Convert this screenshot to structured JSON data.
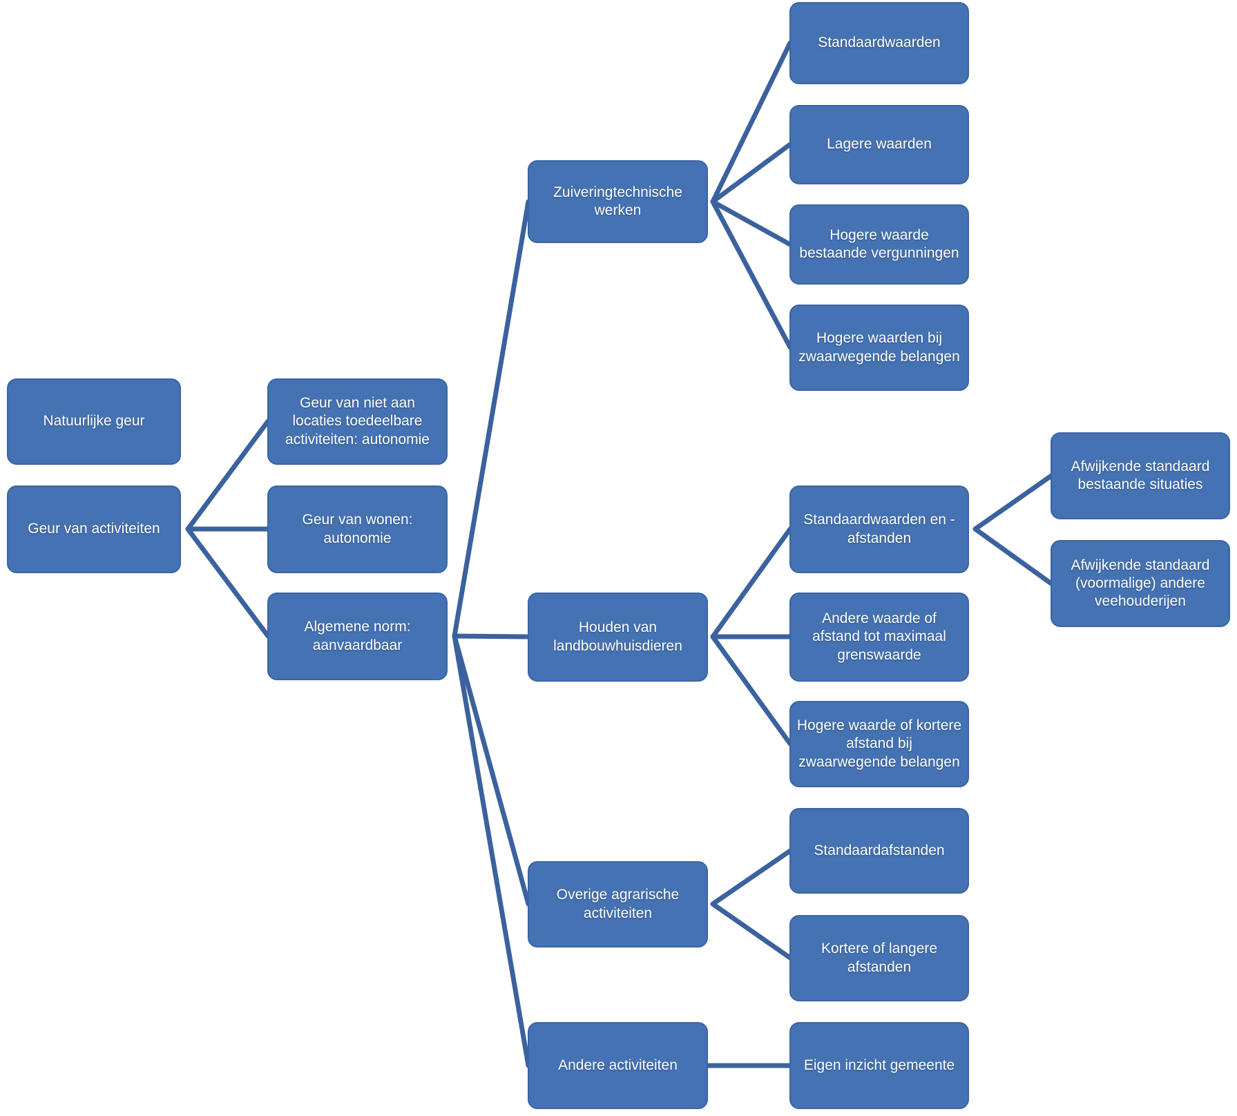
{
  "nodes": {
    "natuurlijke_geur": "Natuurlijke geur",
    "geur_activiteiten": "Geur van activiteiten",
    "geur_niet_locaties": "Geur van niet aan locaties toedeelbare activiteiten: autonomie",
    "geur_wonen": "Geur van wonen: autonomie",
    "algemene_norm": "Algemene norm: aanvaardbaar",
    "zuiveringtechnische": "Zuiveringtechnische werken",
    "houden_landbouwhuisdieren": "Houden van landbouwhuisdieren",
    "overige_agrarische": "Overige agrarische activiteiten",
    "andere_activiteiten": "Andere activiteiten",
    "standaardwaarden": "Standaardwaarden",
    "lagere_waarden": "Lagere waarden",
    "hogere_waarde_bestaande": "Hogere waarde bestaande vergunningen",
    "hogere_waarden_zwaarwegende": "Hogere waarden bij zwaarwegende belangen",
    "standaardwaarden_afstanden": "Standaardwaarden en -afstanden",
    "andere_waarde_afstand": "Andere waarde of afstand tot maximaal grenswaarde",
    "hogere_waarde_kortere": "Hogere waarde of kortere afstand bij zwaarwegende belangen",
    "standaardafstanden": "Standaardafstanden",
    "kortere_langere": "Kortere of langere afstanden",
    "eigen_inzicht": "Eigen inzicht gemeente",
    "afwijkende_bestaande": "Afwijkende standaard bestaande situaties",
    "afwijkende_voormalige": "Afwijkende standaard (voormalige) andere veehouderijen"
  },
  "colors": {
    "node_fill": "#4472b3",
    "node_border": "#3a64a6",
    "connector": "#3b629e",
    "node_text": "#ffffff",
    "background": "#ffffff"
  }
}
